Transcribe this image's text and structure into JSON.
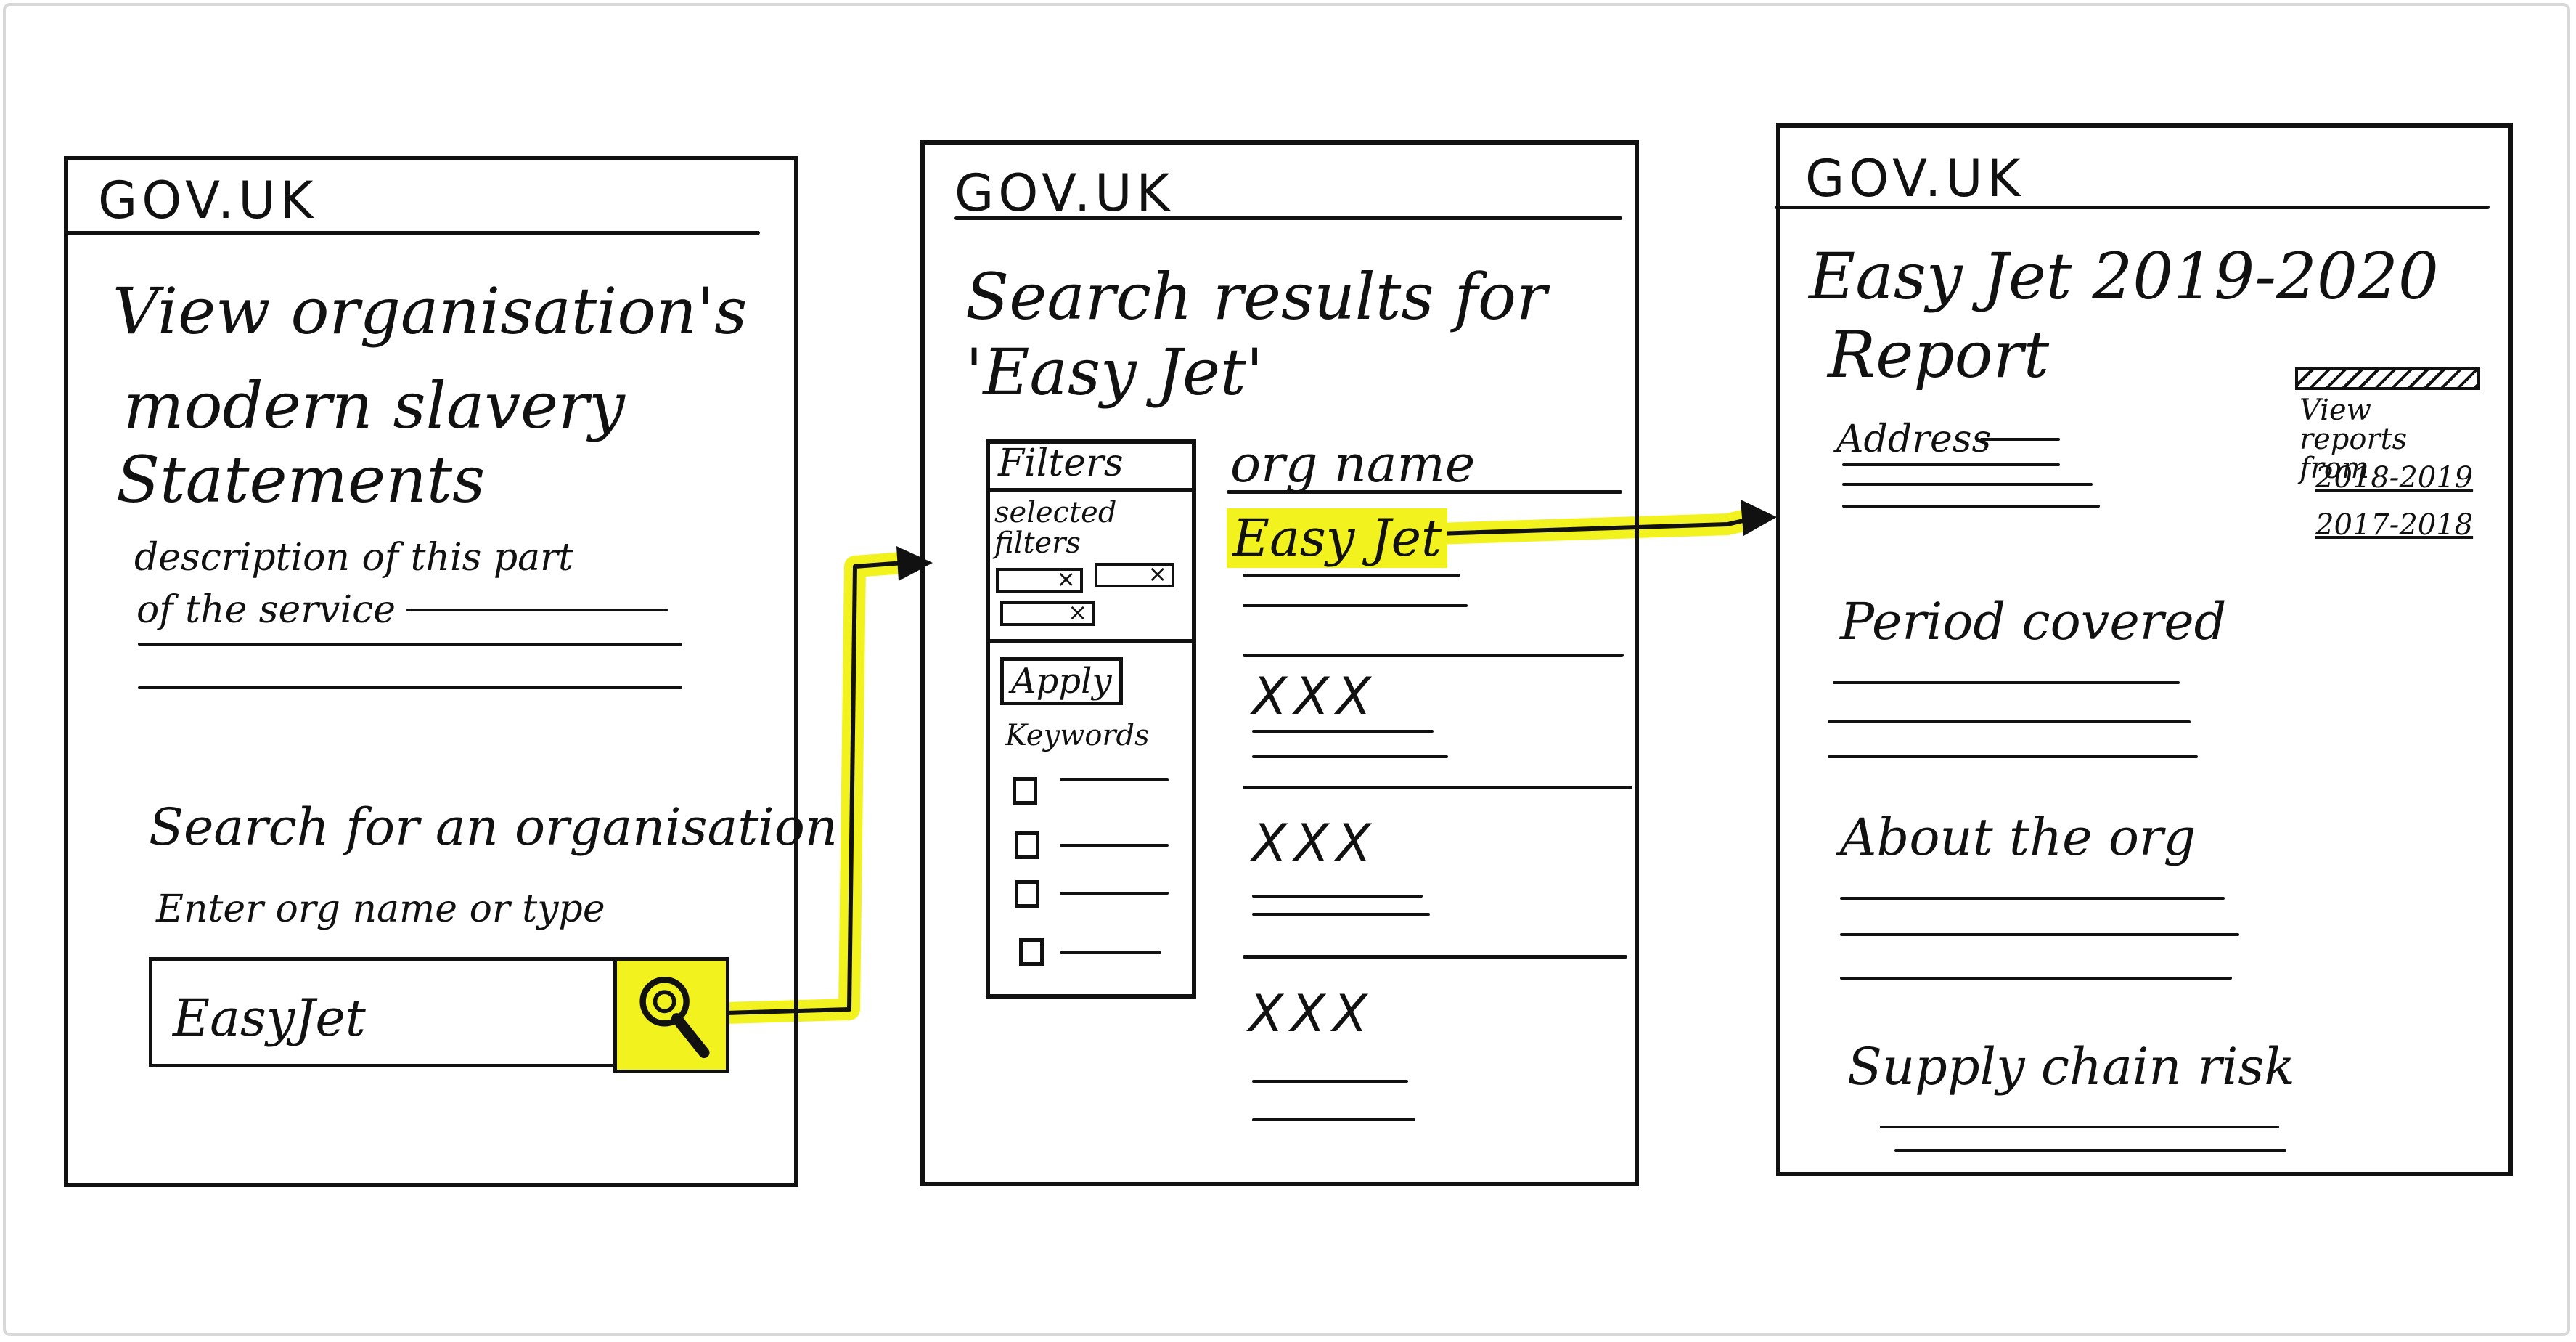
{
  "screen1": {
    "brand": "GOV.UK",
    "title_lines": [
      "View organisation's",
      "modern slavery",
      "Statements"
    ],
    "description": "description of this part",
    "description2": "of the service",
    "search_heading": "Search for an organisation",
    "search_hint": "Enter org name or type",
    "search_value": "EasyJet"
  },
  "screen2": {
    "brand": "GOV.UK",
    "title_lines": [
      "Search results for",
      "'Easy Jet'"
    ],
    "filters_heading": "Filters",
    "selected_filters": "selected filters",
    "apply_label": "Apply",
    "keywords_label": "Keywords",
    "column_heading": "org name",
    "first_result": "Easy Jet",
    "placeholder_results": [
      "XXX",
      "XXX",
      "XXX"
    ]
  },
  "screen3": {
    "brand": "GOV.UK",
    "title_line1": "Easy Jet 2019-2020",
    "title_line2": "Report",
    "address_label": "Address",
    "view_reports_label": "View reports from",
    "report_links": [
      "2018-2019",
      "2017-2018"
    ],
    "sections": [
      "Period covered",
      "About the org",
      "Supply chain risk"
    ]
  },
  "colors": {
    "highlight": "#f2f21e",
    "ink": "#111111"
  },
  "icons": {
    "search_button": "magnifier-icon",
    "chip_remove": "close-icon"
  }
}
